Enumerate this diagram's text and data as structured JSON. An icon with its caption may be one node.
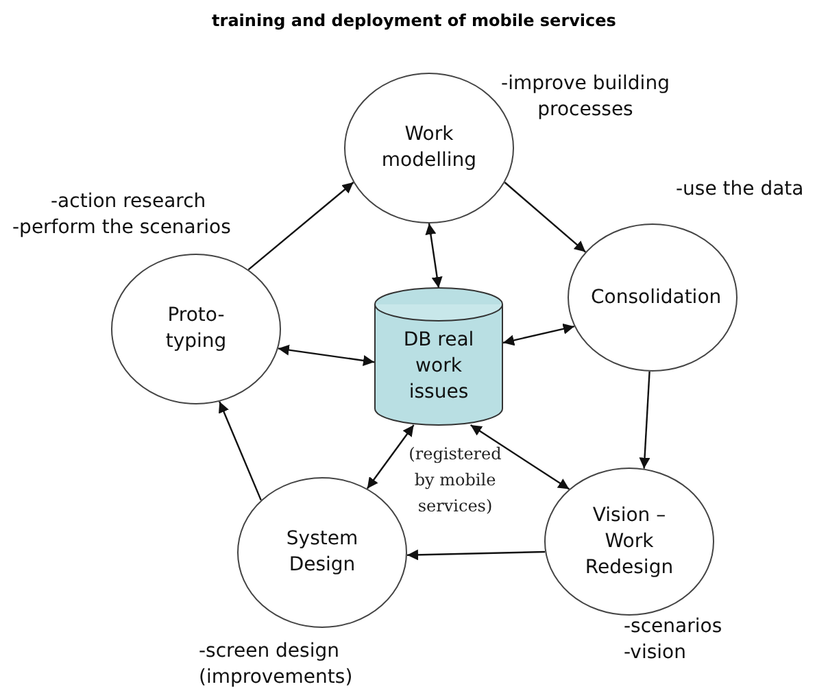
{
  "diagram": {
    "title": "training and deployment of mobile services",
    "nodes": [
      {
        "text": [
          "Work modelling"
        ],
        "beside": [
          "-improve building processes"
        ]
      },
      {
        "text": [
          "Consolidation"
        ],
        "beside": [
          "-use the data"
        ]
      },
      {
        "text": [
          "Proto-typing"
        ],
        "beside": [
          "-action research",
          "-perform the scenarios"
        ]
      },
      {
        "text": [
          "DB real work issues"
        ]
      },
      {
        "text": [
          "Vision – Work Redesign"
        ],
        "beside": [
          "-scenarios",
          "-vision"
        ]
      },
      {
        "text": [
          "System Design"
        ],
        "beside": [
          "-screen design (improvements)"
        ]
      }
    ],
    "edges": [
      {
        "from": 2,
        "to": 0,
        "arrow": "to"
      },
      {
        "from": 0,
        "to": 1,
        "arrow": "to"
      },
      {
        "from": 0,
        "to": 3,
        "arrow": "both"
      },
      {
        "from": 3,
        "to": 1,
        "arrow": "both"
      },
      {
        "from": 2,
        "to": 3,
        "arrow": "both"
      },
      {
        "from": 1,
        "to": 4,
        "arrow": "to"
      },
      {
        "from": 4,
        "to": 5,
        "arrow": "to"
      },
      {
        "from": 5,
        "to": 2,
        "arrow": "to"
      },
      {
        "from": 3,
        "to": 5,
        "arrow": "both"
      },
      {
        "from": 3,
        "to": 4,
        "arrow": "both"
      }
    ],
    "labels": [
      "(registered by mobile services)"
    ]
  }
}
